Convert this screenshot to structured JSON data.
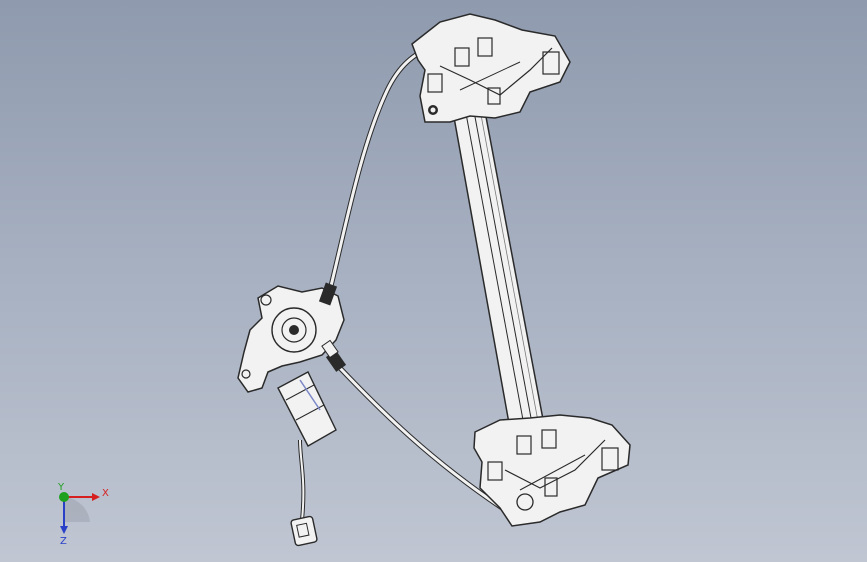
{
  "scene": {
    "colors": {
      "background_top": "#8f9aae",
      "background_bottom": "#c0c6d2",
      "part_fill": "#f2f2f2",
      "part_edge": "#2a2a2a",
      "x_axis": "#d62020",
      "y_axis": "#1fa01f",
      "z_axis": "#2a3fc8"
    },
    "parts": [
      "window-regulator-rail",
      "upper-bracket",
      "lower-bracket",
      "motor-assembly",
      "drive-cable",
      "wire-harness",
      "connector"
    ]
  },
  "triad": {
    "x_label": "X",
    "y_label": "Y",
    "z_label": "Z"
  }
}
